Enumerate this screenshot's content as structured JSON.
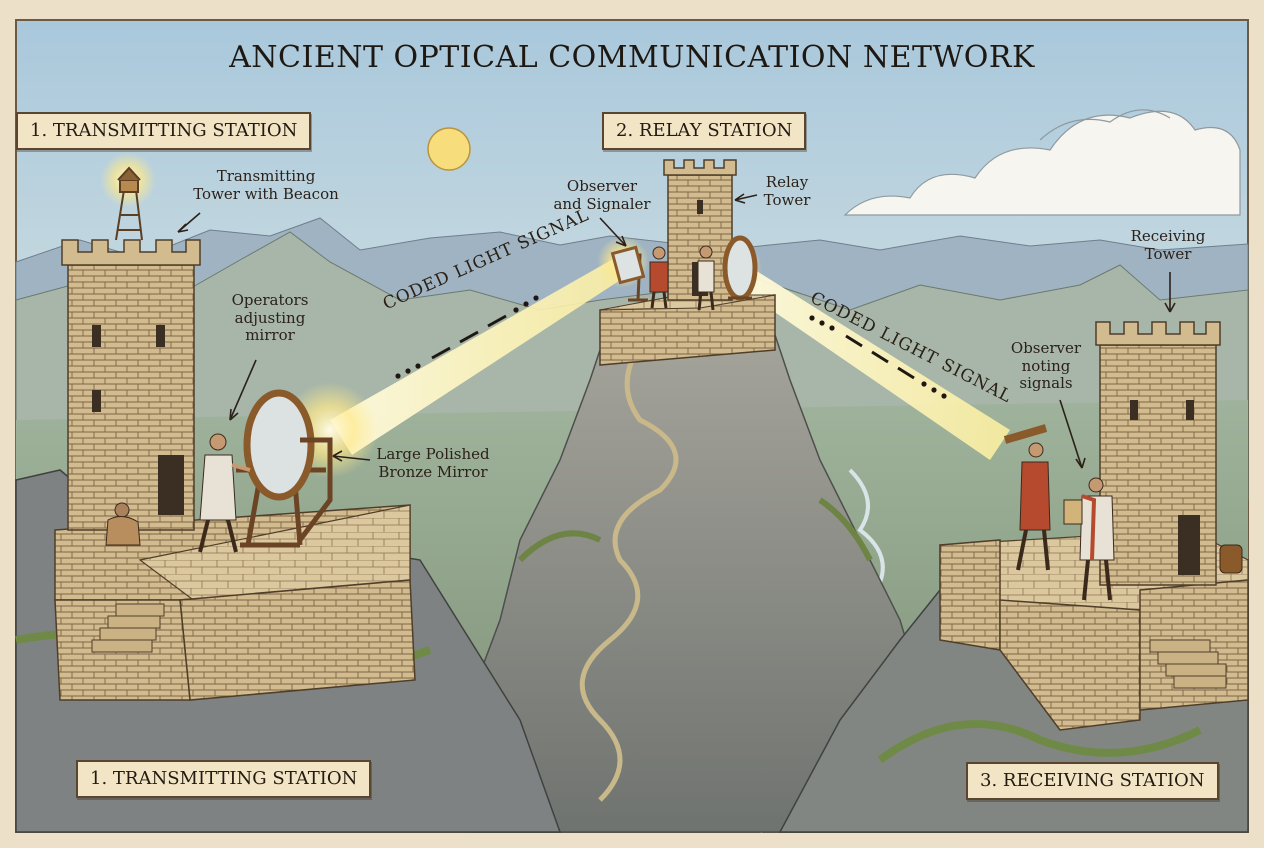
{
  "title": "ANCIENT OPTICAL COMMUNICATION NETWORK",
  "stations": {
    "transmitting_top": "1. TRANSMITTING STATION",
    "relay": "2. RELAY STATION",
    "transmitting_bottom": "1. TRANSMITTING STATION",
    "receiving": "3. RECEIVING STATION"
  },
  "callouts": {
    "transmitting_tower": "Transmitting\nTower with Beacon",
    "operators": "Operators\nadjusting\nmirror",
    "mirror": "Large Polished\nBronze Mirror",
    "observer_signaler": "Observer\nand Signaler",
    "relay_tower": "Relay\nTower",
    "receiving_tower": "Receiving\nTower",
    "observer_noting": "Observer\nnoting\nsignals"
  },
  "signals": {
    "left": "CODED LIGHT SIGNAL",
    "right": "CODED LIGHT SIGNAL"
  },
  "colors": {
    "sky": "#b9d3e2",
    "parchment": "#ece1c8",
    "stone": "#cdb58a",
    "rock": "#8c8f8c",
    "grass": "#7f9a4f",
    "beam": "#fff2a8",
    "ink": "#2b2119"
  }
}
